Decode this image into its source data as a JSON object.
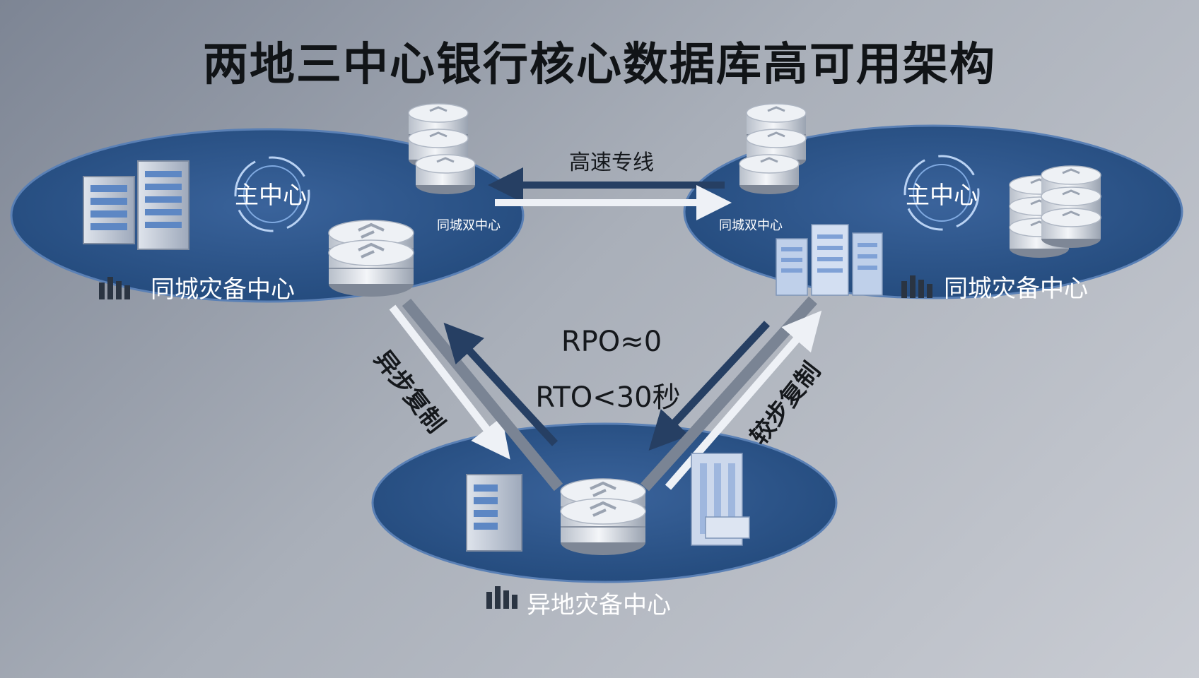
{
  "title": "两地三中心银行核心数据库高可用架构",
  "sites": {
    "left": {
      "name": "同城灾备中心",
      "main_tag": "主中心",
      "dual_tag": "同城双中心"
    },
    "right": {
      "name": "同城灾备中心",
      "main_tag": "主中心",
      "dual_tag": "同城双中心"
    },
    "bottom": {
      "name": "异地灾备中心"
    }
  },
  "links": {
    "top": "高速专线",
    "left": "异步复制",
    "right": "较步复制"
  },
  "metrics": {
    "rpo": "RPO≈0",
    "rto": "RTO<30秒"
  },
  "colors": {
    "site_fill": "#2b5285",
    "site_edge": "#3d6aa3",
    "arrow_dark": "#263f63",
    "arrow_light": "#eef1f6"
  },
  "icons": [
    "server-rack-icon",
    "database-cylinder-icon",
    "city-building-icon",
    "data-center-icon",
    "ring-logo-icon"
  ]
}
